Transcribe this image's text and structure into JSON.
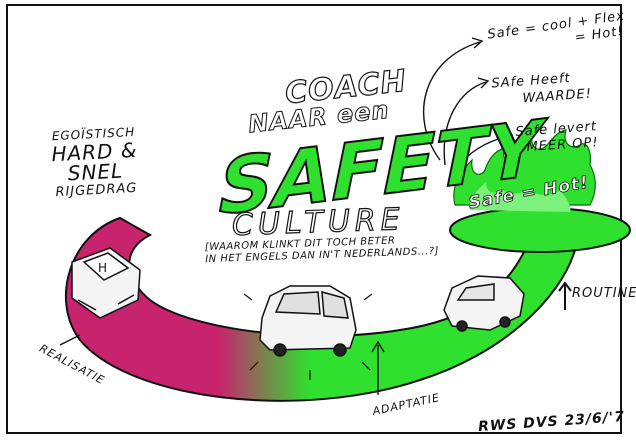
{
  "drawing": {
    "left_labels": {
      "line1": "EGOÏSTISCH",
      "line2": "HARD &",
      "line3": "SNEL",
      "line4": "RIJGEDRAG"
    },
    "title": {
      "coach": "COACH",
      "naar_een": "NAAR een",
      "safety": "SAFETY",
      "culture": "CULTURE"
    },
    "subtitle_line1": "[WAAROM KLINKT DIT TOCH BETER",
    "subtitle_line2": "IN HET ENGELS DAN IN'T NEDERLANDS...?]",
    "notes": {
      "note1_part1": "Safe = cool + Flex",
      "note1_part2": "= Hot!",
      "note2_line1": "SAfe Heeft",
      "note2_line2": "WAARDE!",
      "note3_line1": "Safe levert",
      "note3_line2": "MEER OP!"
    },
    "hot_label": "Safe = Hot!",
    "routine_label": "ROUTINE",
    "realisatie_label": "REALISATIE",
    "adaptatie_label": "ADAPTATIE",
    "signature": "RWS DVS 23/6/'7",
    "colors": {
      "green": "#2fe02f",
      "magenta": "#c8246e",
      "ink": "#111111"
    }
  }
}
